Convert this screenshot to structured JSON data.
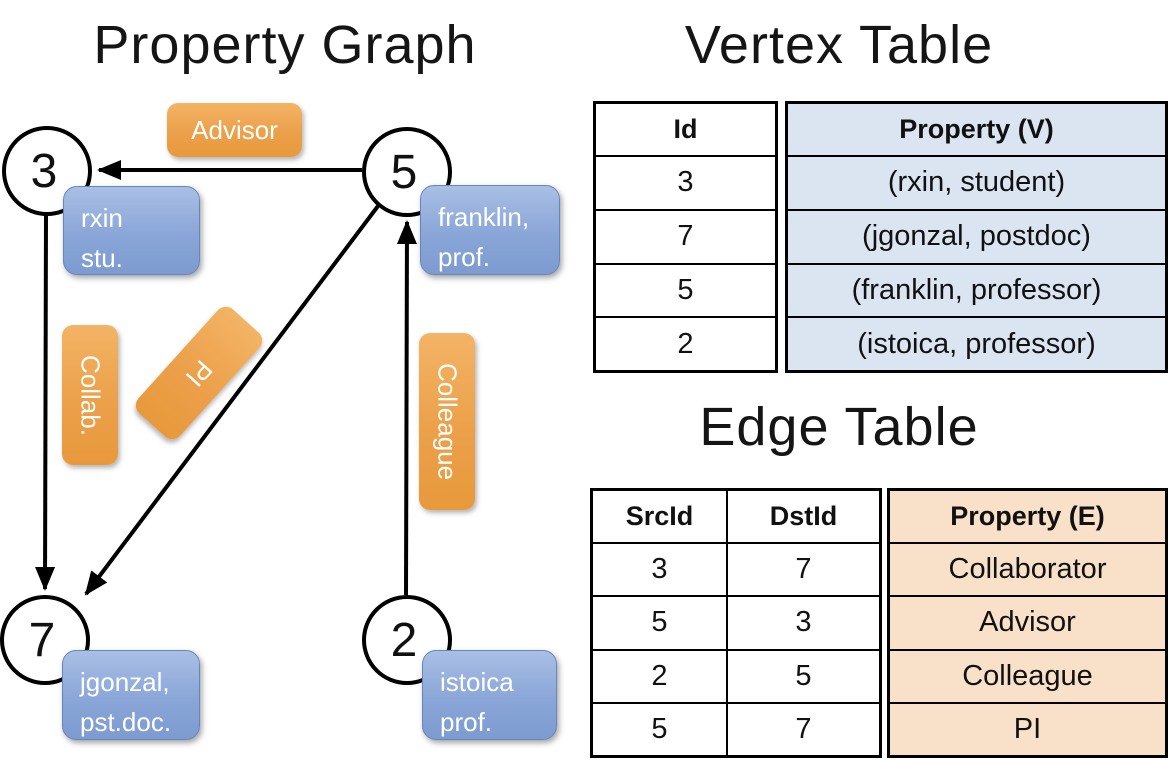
{
  "panel_graph": {
    "title": "Property Graph",
    "nodes": [
      {
        "id": "3",
        "prop1": "rxin",
        "prop2": "stu."
      },
      {
        "id": "5",
        "prop1": "franklin,",
        "prop2": "prof."
      },
      {
        "id": "7",
        "prop1": "jgonzal,",
        "prop2": "pst.doc."
      },
      {
        "id": "2",
        "prop1": "istoica",
        "prop2": "prof."
      }
    ],
    "edges": [
      {
        "label": "Advisor",
        "from": "5",
        "to": "3"
      },
      {
        "label": "Collab.",
        "from": "3",
        "to": "7"
      },
      {
        "label": "PI",
        "from": "5",
        "to": "7"
      },
      {
        "label": "Colleague",
        "from": "2",
        "to": "5"
      }
    ]
  },
  "vertex_table": {
    "title": "Vertex Table",
    "col_id": "Id",
    "col_property": "Property (V)",
    "rows": [
      {
        "id": "3",
        "property": "(rxin, student)"
      },
      {
        "id": "7",
        "property": "(jgonzal, postdoc)"
      },
      {
        "id": "5",
        "property": "(franklin, professor)"
      },
      {
        "id": "2",
        "property": "(istoica, professor)"
      }
    ]
  },
  "edge_table": {
    "title": "Edge Table",
    "col_src": "SrcId",
    "col_dst": "DstId",
    "col_property": "Property (E)",
    "rows": [
      {
        "src": "3",
        "dst": "7",
        "property": "Collaborator"
      },
      {
        "src": "5",
        "dst": "3",
        "property": "Advisor"
      },
      {
        "src": "2",
        "dst": "5",
        "property": "Colleague"
      },
      {
        "src": "5",
        "dst": "7",
        "property": "PI"
      }
    ]
  },
  "colors": {
    "edge_label_orange_top": "#f3b465",
    "edge_label_orange_bottom": "#e8993c",
    "vertex_box_blue_top": "#a9bfe4",
    "vertex_box_blue_bottom": "#7d9bd0",
    "vertex_table_fill": "#dbe5f2",
    "edge_table_fill": "#f8e1c8",
    "line": "#000000"
  }
}
